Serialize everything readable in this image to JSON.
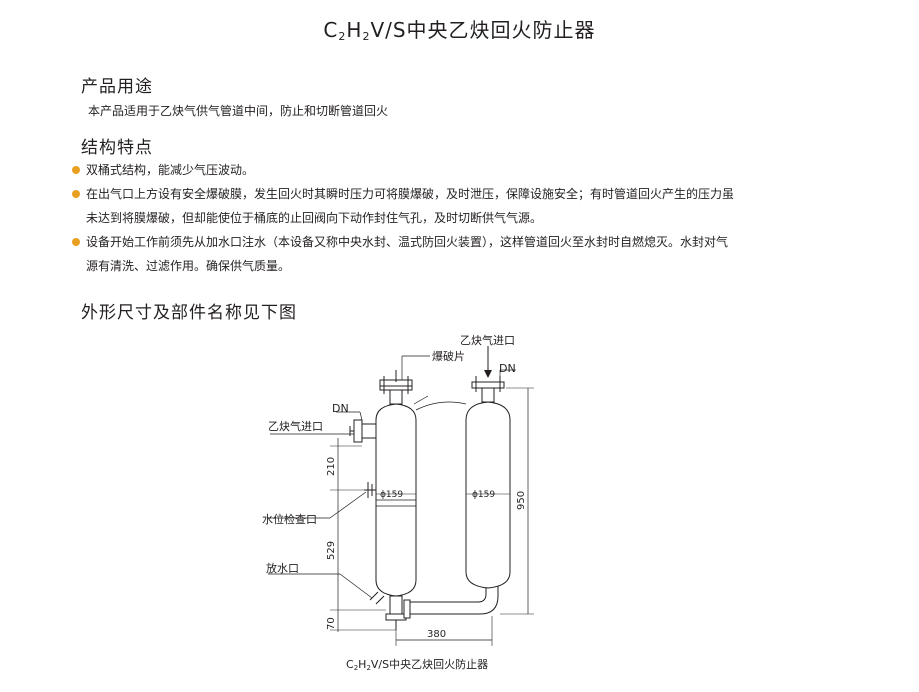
{
  "title": {
    "p1": "C",
    "s1": "2",
    "p2": "H",
    "s2": "2",
    "p3": "V/S中央乙炔回火防止器"
  },
  "sections": {
    "usage_heading": "产品用途",
    "usage_text": "本产品适用于乙炔气供气管道中间，防止和切断管道回火",
    "features_heading": "结构特点",
    "features": [
      {
        "line1": "双桶式结构，能减少气压波动。",
        "line2": ""
      },
      {
        "line1": "在出气口上方设有安全爆破膜，发生回火时其瞬时压力可将膜爆破，及时泄压，保障设施安全；有时管道回火产生的压力虽",
        "line2": "未达到将膜爆破，但却能使位于桶底的止回阀向下动作封住气孔，及时切断供气气源。"
      },
      {
        "line1": "设备开始工作前须先从加水口注水（本设备又称中央水封、温式防回火装置），这样管道回火至水封时自燃熄灭。水封对气",
        "line2": "源有清洗、过滤作用。确保供气质量。"
      }
    ],
    "diagram_heading": "外形尺寸及部件名称见下图"
  },
  "diagram": {
    "label_burst": "爆破片",
    "label_inlet_top": "乙炔气进口",
    "label_dn_right": "DN",
    "label_dn_left": "DN",
    "label_inlet_left": "乙炔气进口",
    "label_level": "水位检查口",
    "label_drain": "放水口",
    "dim_210": "210",
    "dim_529": "529",
    "dim_70": "70",
    "dim_380": "380",
    "dim_950": "950",
    "phi_left": "ϕ159",
    "phi_right": "ϕ159",
    "caption": {
      "p1": "C",
      "s1": "2",
      "p2": "H",
      "s2": "2",
      "p3": "V/S中央乙炔回火防止器"
    }
  },
  "colors": {
    "bullet": "#e8a020",
    "text": "#231f20"
  }
}
